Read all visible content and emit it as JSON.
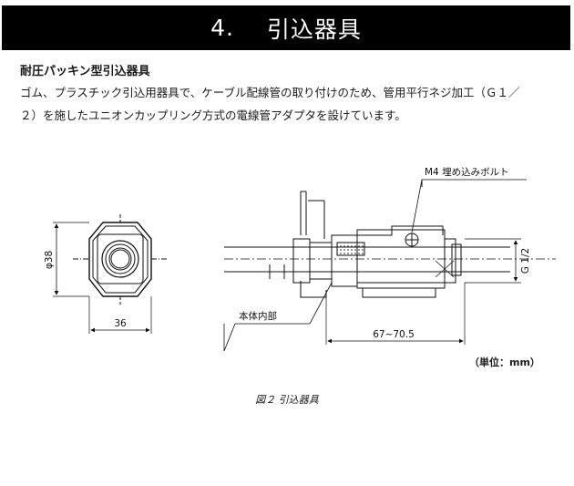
{
  "section": {
    "number": "4.",
    "title": "引込器具"
  },
  "subheading": "耐圧パッキン型引込器具",
  "body": {
    "line1": "ゴム、プラスチック引込用器具で、ケーブル配線管の取り付けのため、管用平行ネジ加工（Ｇ１／",
    "line2": "２）を施したユニオンカップリング方式の電線管アダプタを設けています。"
  },
  "drawing": {
    "bolt_label": "M4 埋め込みボルト",
    "body_label": "本体内部",
    "dim_dia": "φ38",
    "dim_width": "36",
    "dim_length": "67~70.5",
    "dim_thread": "G 1/2"
  },
  "unit_note": "（単位：mm）",
  "caption": "図２ 引込器具"
}
